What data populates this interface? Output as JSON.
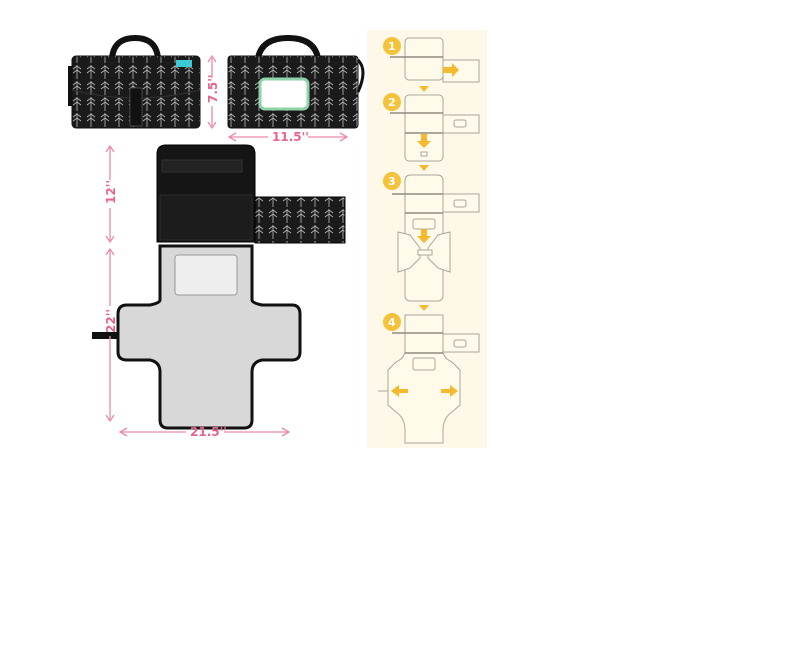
{
  "product_views": {
    "dimensions": {
      "closed_height": "7.5''",
      "closed_width": "11.5''",
      "top_section_length": "12''",
      "mat_length": "22''",
      "mat_width": "21.5''"
    },
    "dimension_color": "#e8658a",
    "bag_color": "#1a1a1a",
    "mat_color": "#d6d6d6"
  },
  "instructions": {
    "background": "#fdf8e8",
    "accent": "#f5b82e",
    "steps": [
      {
        "number": "1"
      },
      {
        "number": "2"
      },
      {
        "number": "3"
      },
      {
        "number": "4"
      }
    ]
  }
}
